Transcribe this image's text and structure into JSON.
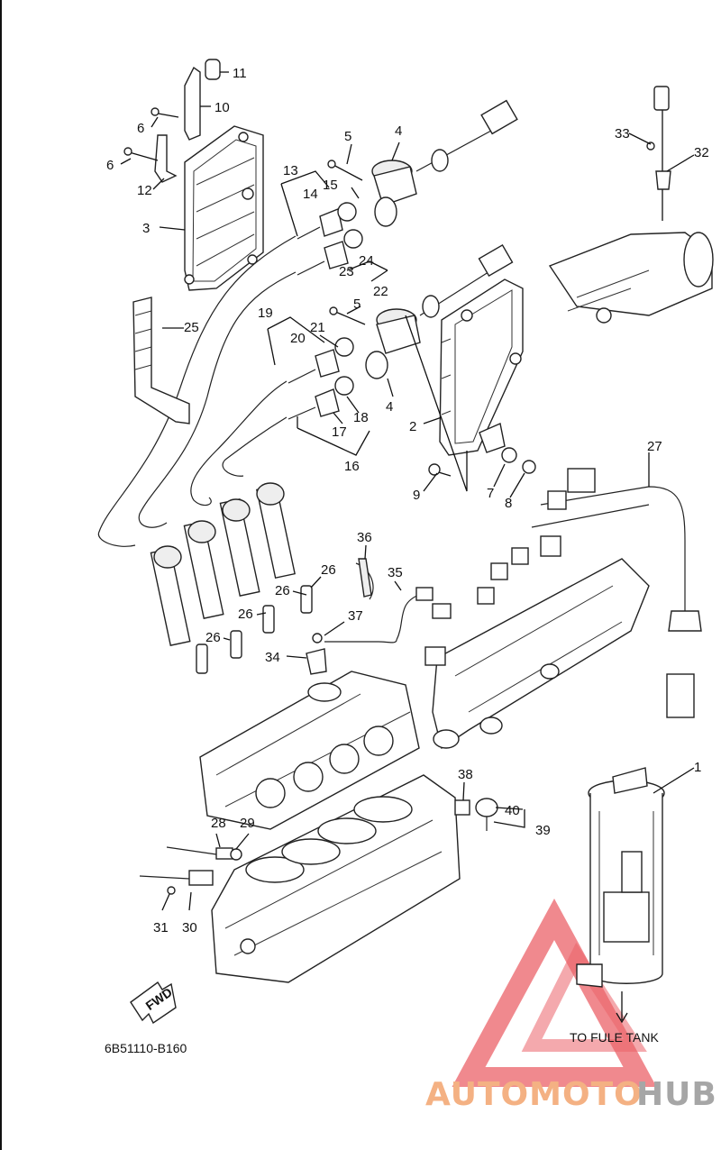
{
  "diagram_code": "6B51110-B160",
  "fwd_label": "FWD",
  "fuel_tank_note": "TO FULE TANK",
  "watermark": {
    "part1": "AUTOMOTO",
    "part2": "HUB",
    "color1": "#f4b183",
    "color2": "#a6a6a6",
    "triangle_color": "#e8474f"
  },
  "callouts": [
    "1",
    "2",
    "3",
    "4",
    "4",
    "5",
    "5",
    "6",
    "6",
    "7",
    "8",
    "9",
    "10",
    "11",
    "12",
    "13",
    "14",
    "15",
    "16",
    "17",
    "18",
    "19",
    "20",
    "21",
    "22",
    "23",
    "24",
    "25",
    "26",
    "26",
    "26",
    "26",
    "27",
    "28",
    "29",
    "30",
    "31",
    "32",
    "33",
    "34",
    "35",
    "36",
    "37",
    "38",
    "39",
    "40"
  ]
}
